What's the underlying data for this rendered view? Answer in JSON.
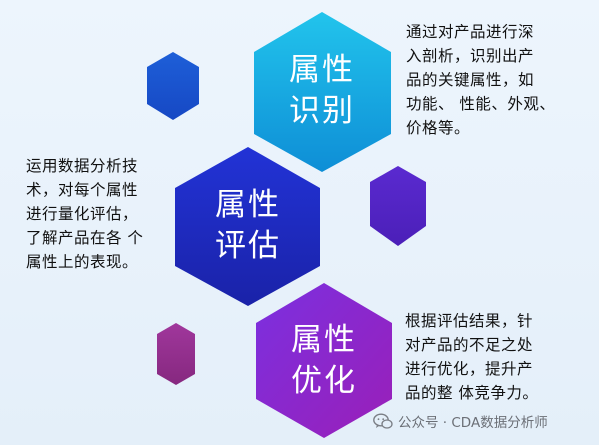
{
  "hexagons": [
    {
      "id": "identify",
      "label_line1": "属性",
      "label_line2": "识别",
      "description": "通过对产品进行深\n入剖析，识别出产\n品的关键属性，如\n功能、 性能、外观、\n价格等。",
      "color_top": "#22c4ec",
      "color_bottom": "#0e8ed6"
    },
    {
      "id": "evaluate",
      "label_line1": "属性",
      "label_line2": "评估",
      "description": "运用数据分析技\n术，对每个属性\n进行量化评估，\n了解产品在各 个\n属性上的表现。",
      "color_top": "#2233d6",
      "color_bottom": "#1a22a8"
    },
    {
      "id": "optimize",
      "label_line1": "属性",
      "label_line2": "优化",
      "description": "根据评估结果，针\n对产品的不足之处\n进行优化，提升产\n品的整 体竞争力。",
      "color_top": "#7b30e0",
      "color_bottom": "#9a1fb8"
    }
  ],
  "accent_hexagons": [
    {
      "id": "accent-blue",
      "color_top": "#1e5fd8",
      "color_bottom": "#1648c4"
    },
    {
      "id": "accent-purple",
      "color_top": "#5a2ad0",
      "color_bottom": "#4b1fb8"
    },
    {
      "id": "accent-magenta",
      "color_top": "#a0379c",
      "color_bottom": "#86287f"
    }
  ],
  "watermark": {
    "icon": "wechat-icon",
    "text": "公众号 · CDA数据分析师"
  }
}
